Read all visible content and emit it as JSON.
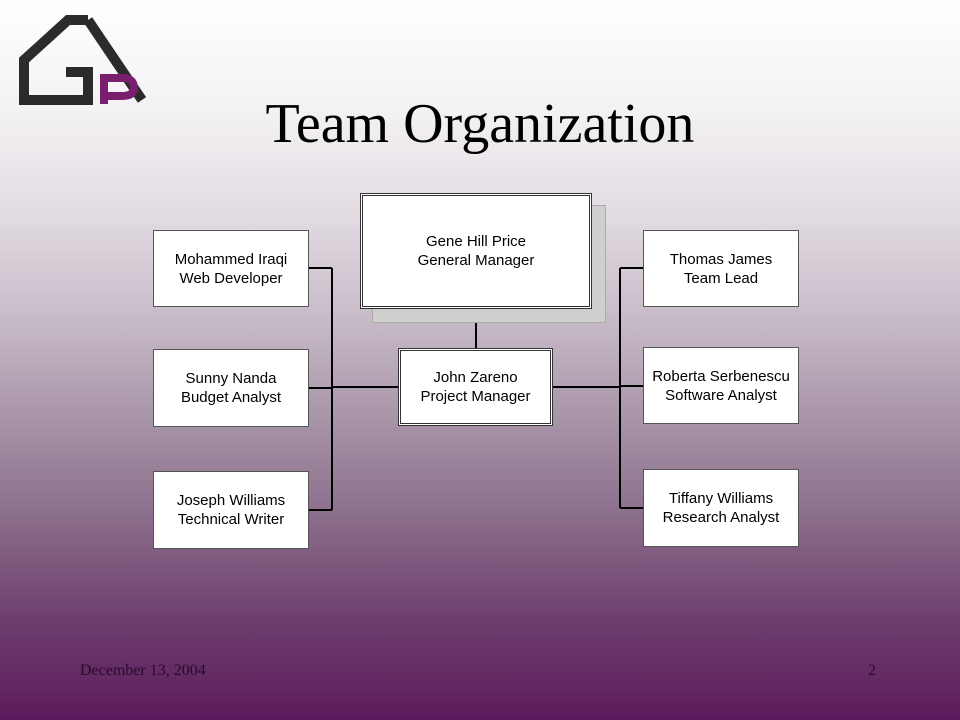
{
  "slide": {
    "title": "Team Organization",
    "footer_date": "December 13, 2004",
    "page_number": "2"
  },
  "logo": {
    "text": "GP",
    "letter_g_color": "#2b2b2b",
    "letter_p_color": "#7a1f6e"
  },
  "org_chart": {
    "general_manager": {
      "name": "Gene Hill Price",
      "role": "General Manager"
    },
    "project_manager": {
      "name": "John Zareno",
      "role": "Project Manager"
    },
    "left_team": [
      {
        "name": "Mohammed Iraqi",
        "role": "Web Developer"
      },
      {
        "name": "Sunny Nanda",
        "role": "Budget Analyst"
      },
      {
        "name": "Joseph Williams",
        "role": "Technical Writer"
      }
    ],
    "right_team": [
      {
        "name": "Thomas James",
        "role": "Team Lead"
      },
      {
        "name": "Roberta Serbenescu",
        "role": "Software Analyst"
      },
      {
        "name": "Tiffany Williams",
        "role": "Research Analyst"
      }
    ]
  }
}
